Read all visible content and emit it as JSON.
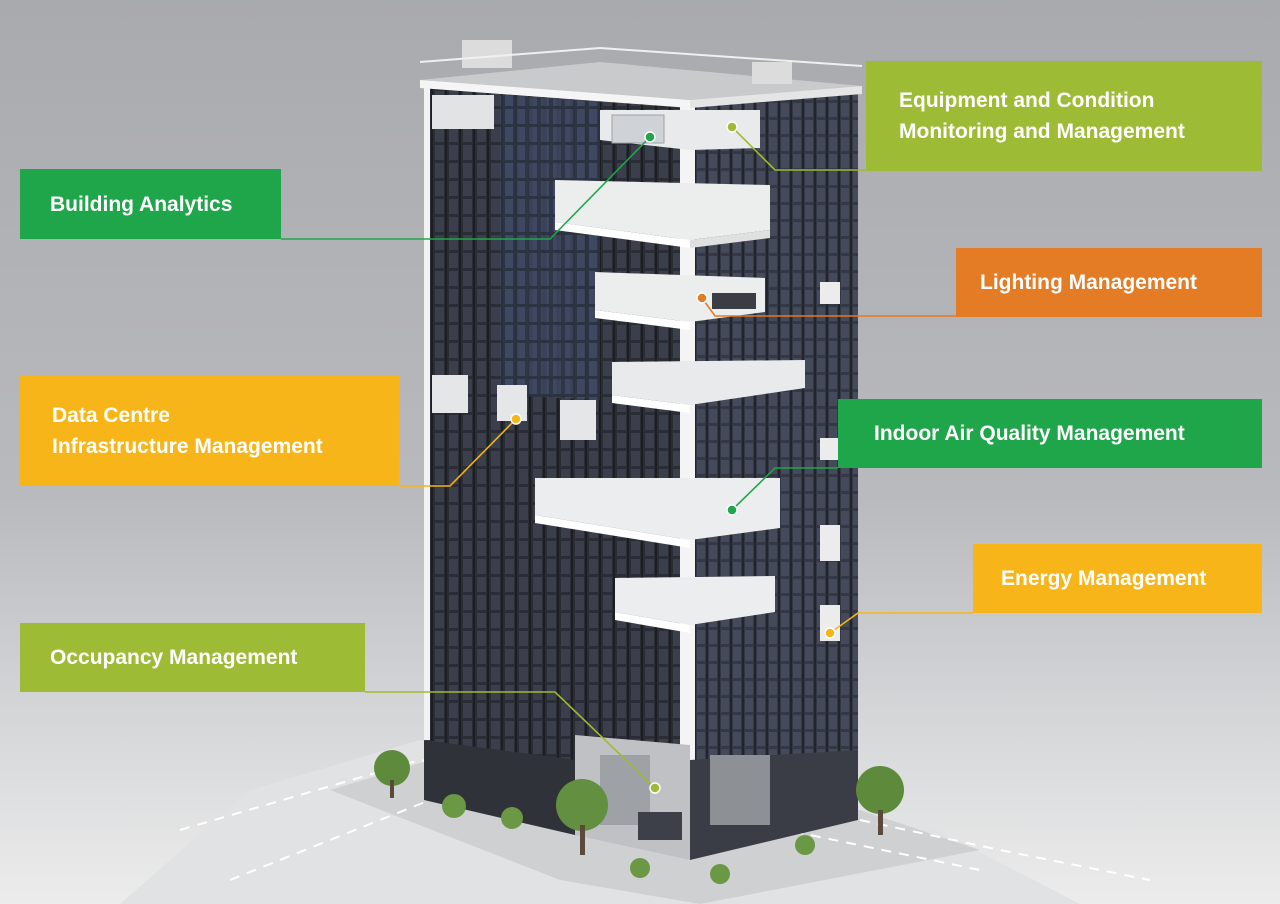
{
  "colors": {
    "green": "#1fa64a",
    "lime": "#9dbb34",
    "orange": "#e47b25",
    "yellow": "#f7b519",
    "facade": "#2e3139",
    "background": "#b3b4b7"
  },
  "labels": {
    "equipment": {
      "text": "Equipment and Condition\nMonitoring and Management",
      "color": "lime"
    },
    "analytics": {
      "text": "Building Analytics",
      "color": "green"
    },
    "lighting": {
      "text": "Lighting Management",
      "color": "orange"
    },
    "datacentre": {
      "text": "Data Centre\nInfrastructure Management",
      "color": "yellow"
    },
    "iaq": {
      "text": "Indoor Air Quality Management",
      "color": "green"
    },
    "energy": {
      "text": "Energy Management",
      "color": "yellow"
    },
    "occupancy": {
      "text": "Occupancy Management",
      "color": "lime"
    }
  }
}
